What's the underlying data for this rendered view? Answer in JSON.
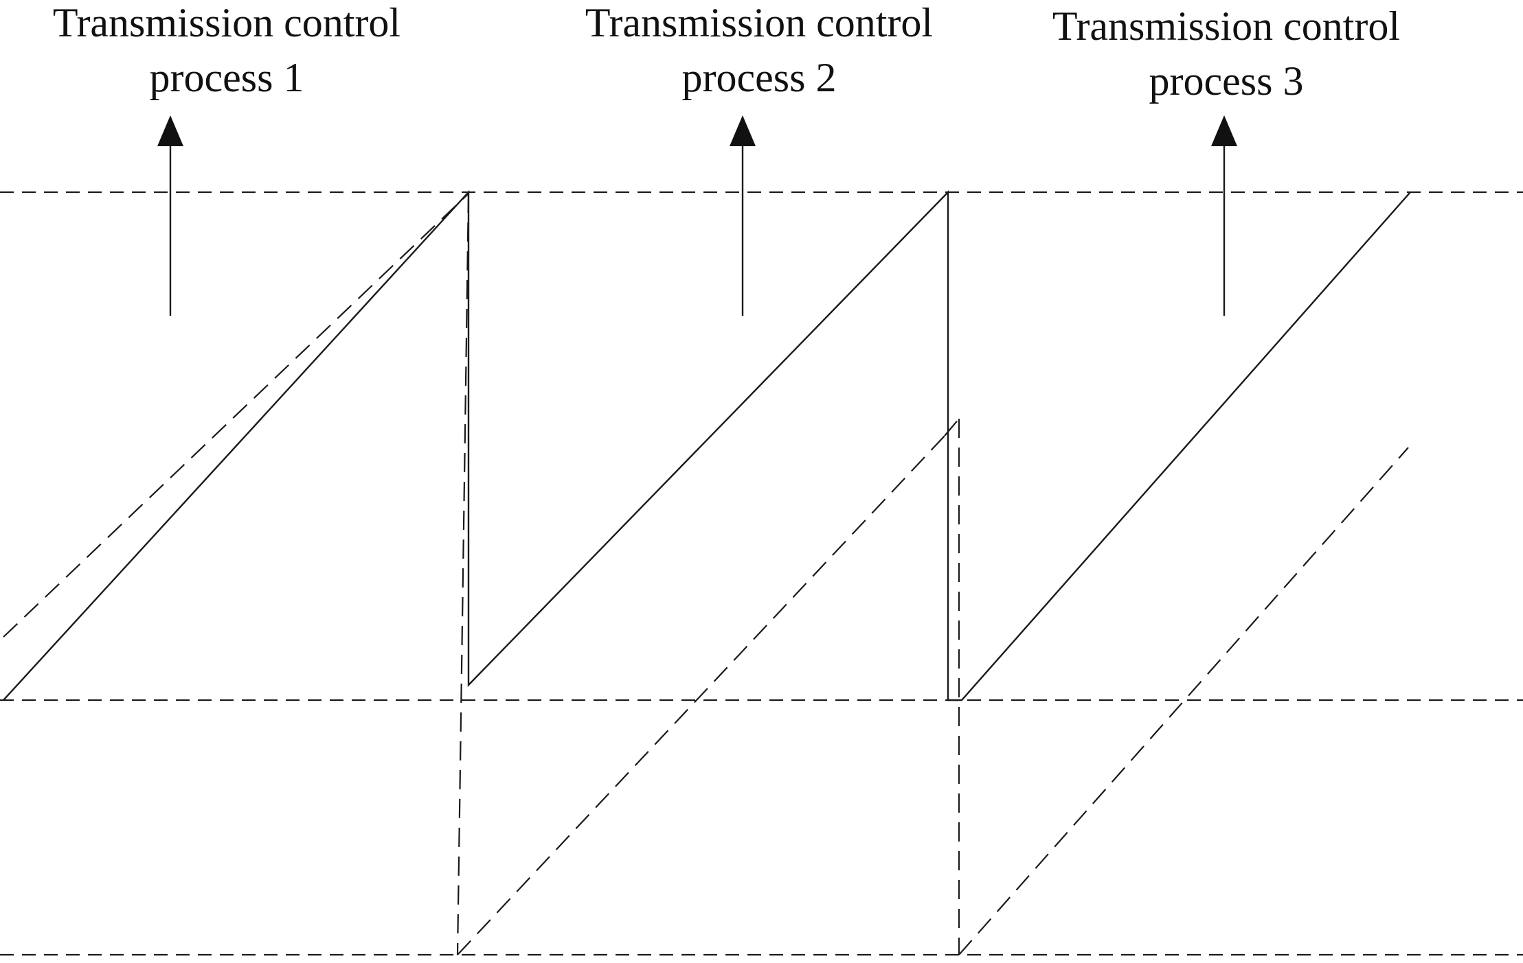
{
  "labels": [
    {
      "line1": "Transmission control",
      "line2": "process 1"
    },
    {
      "line1": "Transmission control",
      "line2": "process 2"
    },
    {
      "line1": "Transmission control",
      "line2": "process 3"
    }
  ],
  "colors": {
    "stroke": "#1a1a1a",
    "text": "#111111",
    "background": "#ffffff"
  }
}
